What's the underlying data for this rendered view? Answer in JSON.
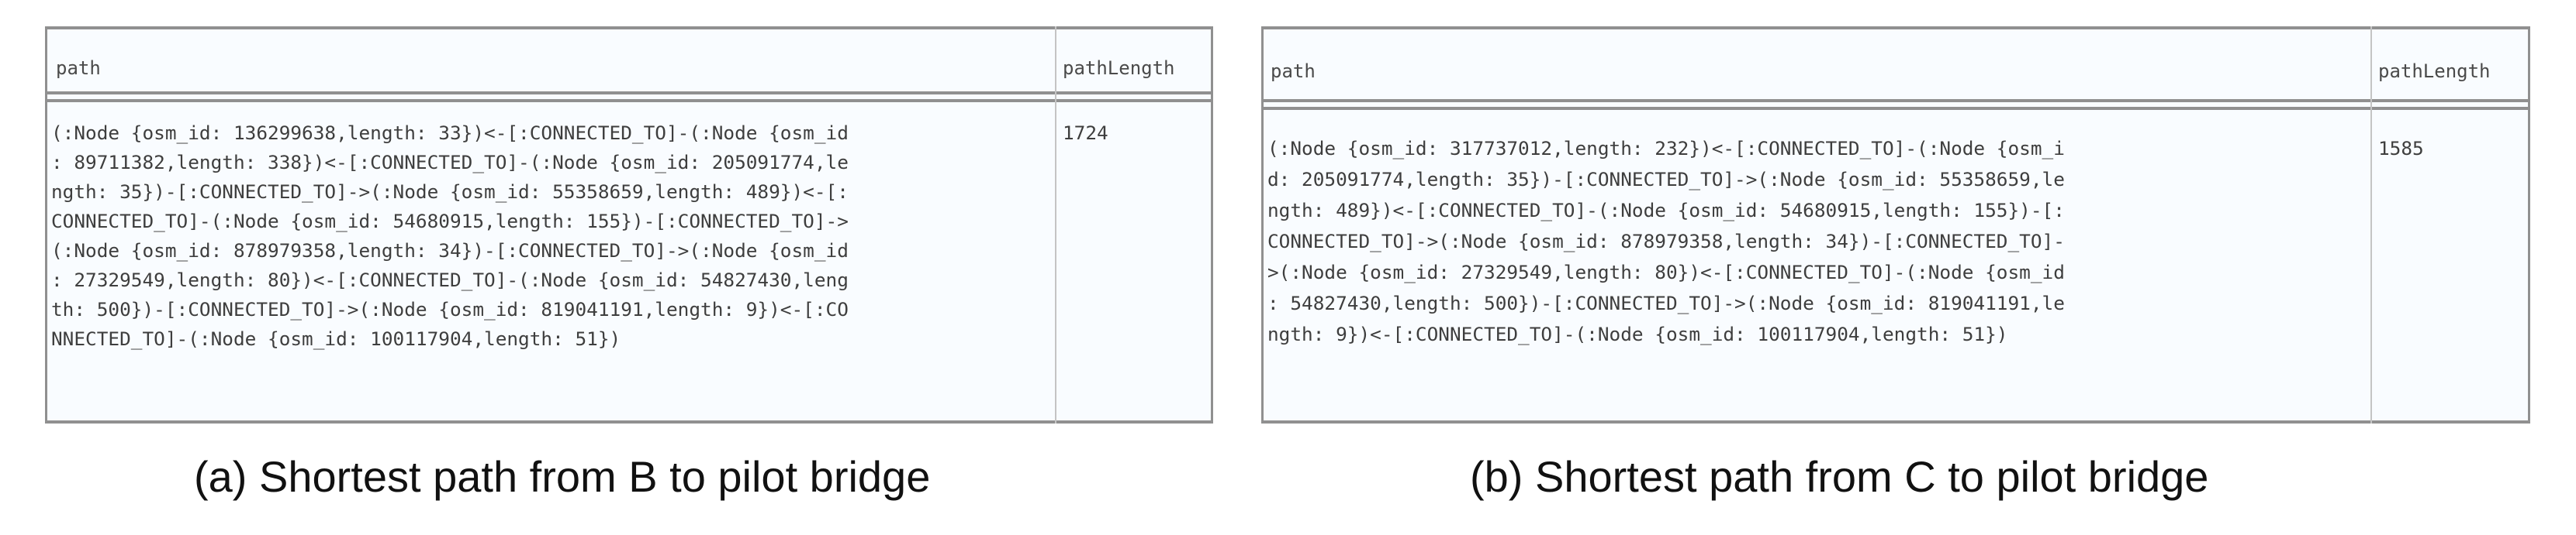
{
  "panel_a": {
    "header": {
      "path": "path",
      "pathLength": "pathLength"
    },
    "rows": [
      {
        "path_lines": [
          "(:Node {osm_id: 136299638,length: 33})<-[:CONNECTED_TO]-(:Node {osm_id",
          ": 89711382,length: 338})<-[:CONNECTED_TO]-(:Node {osm_id: 205091774,le",
          "ngth: 35})-[:CONNECTED_TO]->(:Node {osm_id: 55358659,length: 489})<-[:",
          "CONNECTED_TO]-(:Node {osm_id: 54680915,length: 155})-[:CONNECTED_TO]->",
          "(:Node {osm_id: 878979358,length: 34})-[:CONNECTED_TO]->(:Node {osm_id",
          ": 27329549,length: 80})<-[:CONNECTED_TO]-(:Node {osm_id: 54827430,leng",
          "th: 500})-[:CONNECTED_TO]->(:Node {osm_id: 819041191,length: 9})<-[:CO",
          "NNECTED_TO]-(:Node {osm_id: 100117904,length: 51})"
        ],
        "pathLength": "1724"
      }
    ],
    "caption": "(a) Shortest path from B to pilot bridge"
  },
  "panel_b": {
    "header": {
      "path": "path",
      "pathLength": "pathLength"
    },
    "rows": [
      {
        "path_lines": [
          "(:Node {osm_id: 317737012,length: 232})<-[:CONNECTED_TO]-(:Node {osm_i",
          "d: 205091774,length: 35})-[:CONNECTED_TO]->(:Node {osm_id: 55358659,le",
          "ngth: 489})<-[:CONNECTED_TO]-(:Node {osm_id: 54680915,length: 155})-[:",
          "CONNECTED_TO]->(:Node {osm_id: 878979358,length: 34})-[:CONNECTED_TO]-",
          ">(:Node {osm_id: 27329549,length: 80})<-[:CONNECTED_TO]-(:Node {osm_id",
          ": 54827430,length: 500})-[:CONNECTED_TO]->(:Node {osm_id: 819041191,le",
          "ngth: 9})<-[:CONNECTED_TO]-(:Node {osm_id: 100117904,length: 51})"
        ],
        "pathLength": "1585"
      }
    ],
    "caption": "(b) Shortest path from C to pilot bridge"
  }
}
